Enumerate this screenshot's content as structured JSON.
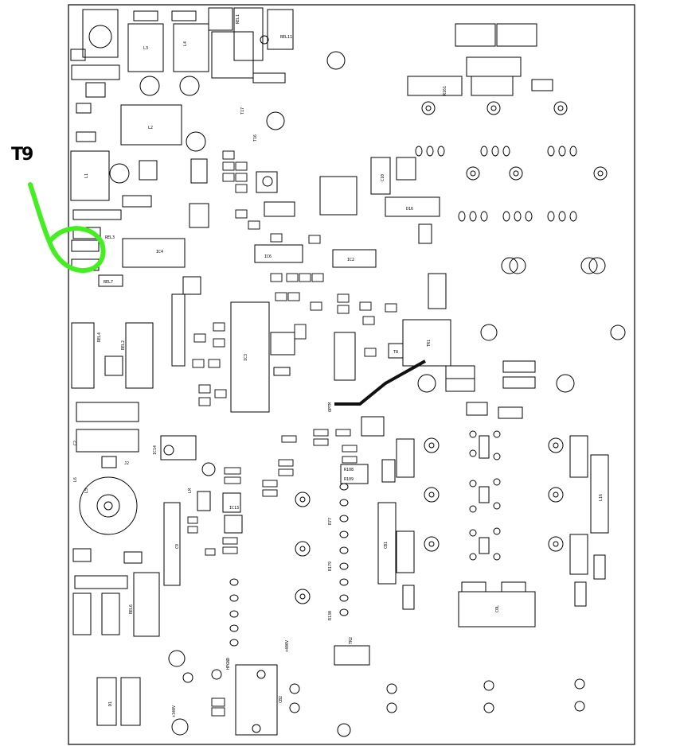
{
  "annotation": {
    "label": "T9",
    "marker_color": "#44ee22"
  },
  "colors": {
    "ink": "#000000",
    "paper": "#ffffff",
    "trace": "#111111"
  },
  "silkscreen": {
    "ic3": "IC3",
    "ic4": "IC4",
    "ic6": "IC6",
    "ic2": "IC2",
    "ic13": "IC13",
    "ic14": "IC14",
    "rel1": "REL1",
    "rel2": "REL2",
    "rel4": "REL4",
    "rel3": "REL3",
    "rel6": "REL6",
    "rel11": "REL11",
    "rel7": "REL7",
    "tr1": "TR1",
    "tr2": "TR2",
    "tr8": "T8",
    "t17": "T17",
    "t16": "T16",
    "optm": "OPTM",
    "l1": "L1",
    "l2": "L2",
    "l3": "L3",
    "l4": "L4",
    "l5": "L5",
    "l6": "L6",
    "hpgnd": "HPGND",
    "v400": "+400V",
    "v340": "+340V",
    "col": "COL",
    "l16": "L16",
    "cb1": "CB1",
    "cb2": "CB2",
    "r161": "R161",
    "r108": "R108",
    "r109": "R109",
    "r179": "R179",
    "r77": "R77",
    "r130": "R130",
    "c9": "C9",
    "c10": "C10",
    "c2": "C2",
    "d16": "D16",
    "d1": "D1",
    "j2": "J2",
    "lm": "LM"
  }
}
